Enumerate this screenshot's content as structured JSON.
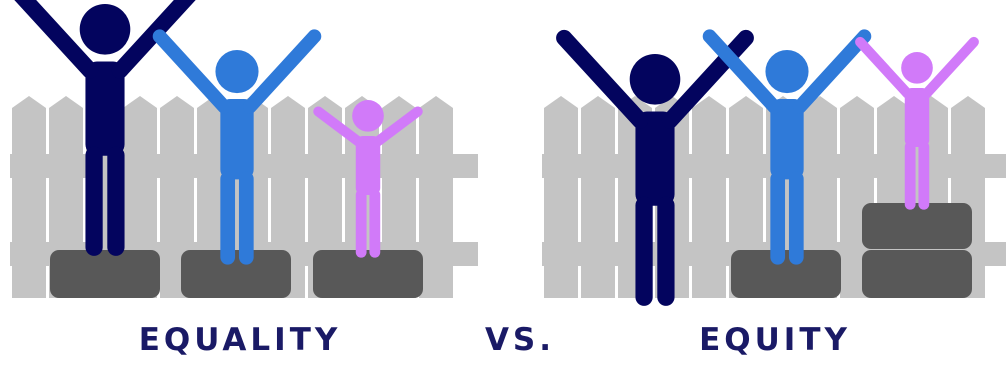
{
  "labels": {
    "equality": "EQUALITY",
    "versus": "VS.",
    "equity": "EQUITY"
  },
  "colors": {
    "text": "#1a1a66",
    "tall_person": "#03045e",
    "medium_person": "#2f7ad9",
    "short_person": "#d17af9",
    "fence": "#c4c4c4",
    "box": "#585858"
  },
  "icons": {
    "left_panel": [
      "fence-icon",
      "tall-person-icon",
      "medium-person-icon",
      "short-person-icon",
      "box-icon",
      "box-icon",
      "box-icon"
    ],
    "right_panel": [
      "fence-icon",
      "tall-person-icon",
      "medium-person-icon",
      "short-person-icon",
      "box-icon",
      "box-icon",
      "box-icon"
    ]
  }
}
